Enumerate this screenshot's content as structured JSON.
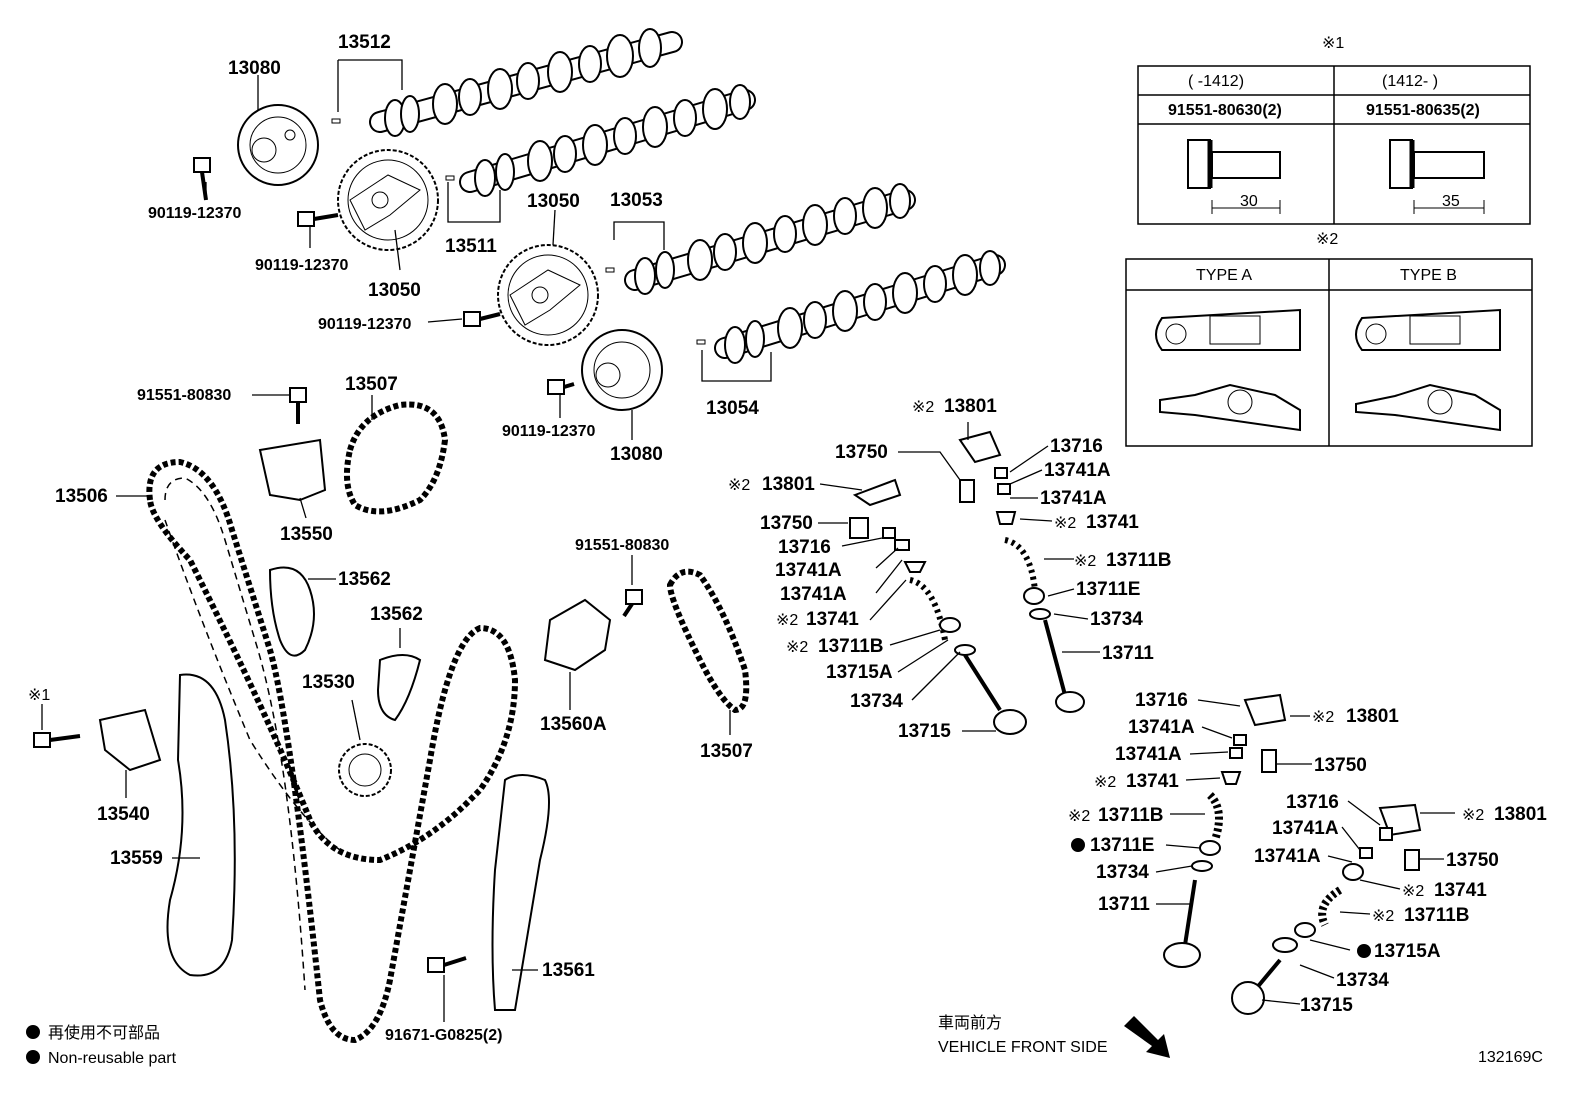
{
  "part_labels": [
    {
      "id": "p13080a",
      "text": "13080"
    },
    {
      "id": "p13512",
      "text": "13512"
    },
    {
      "id": "p90119a",
      "text": "90119-12370"
    },
    {
      "id": "p90119b",
      "text": "90119-12370"
    },
    {
      "id": "p13050a",
      "text": "13050"
    },
    {
      "id": "p13511",
      "text": "13511"
    },
    {
      "id": "p13050b",
      "text": "13050"
    },
    {
      "id": "p13053",
      "text": "13053"
    },
    {
      "id": "p90119c",
      "text": "90119-12370"
    },
    {
      "id": "p91551a",
      "text": "91551-80830"
    },
    {
      "id": "p13507a",
      "text": "13507"
    },
    {
      "id": "p90119d",
      "text": "90119-12370"
    },
    {
      "id": "p13054",
      "text": "13054"
    },
    {
      "id": "p13080b",
      "text": "13080"
    },
    {
      "id": "p13506",
      "text": "13506"
    },
    {
      "id": "p13550",
      "text": "13550"
    },
    {
      "id": "p13562a",
      "text": "13562"
    },
    {
      "id": "p13562b",
      "text": "13562"
    },
    {
      "id": "p13530",
      "text": "13530"
    },
    {
      "id": "p91551b",
      "text": "91551-80830"
    },
    {
      "id": "p13560a",
      "text": "13560A"
    },
    {
      "id": "p13507b",
      "text": "13507"
    },
    {
      "id": "p13540",
      "text": "13540"
    },
    {
      "id": "p13559",
      "text": "13559"
    },
    {
      "id": "p13561",
      "text": "13561"
    },
    {
      "id": "p91671",
      "text": "91671-G0825(2)"
    },
    {
      "id": "p13801a",
      "text": "13801"
    },
    {
      "id": "p13750a",
      "text": "13750"
    },
    {
      "id": "p13716a",
      "text": "13716"
    },
    {
      "id": "p13741Aa",
      "text": "13741A"
    },
    {
      "id": "p13741Ab",
      "text": "13741A"
    },
    {
      "id": "p13741a",
      "text": "13741"
    },
    {
      "id": "p13711Ba",
      "text": "13711B"
    },
    {
      "id": "p13711Ea",
      "text": "13711E"
    },
    {
      "id": "p13734a",
      "text": "13734"
    },
    {
      "id": "p13711a",
      "text": "13711"
    },
    {
      "id": "p13801b",
      "text": "13801"
    },
    {
      "id": "p13750b",
      "text": "13750"
    },
    {
      "id": "p13716b",
      "text": "13716"
    },
    {
      "id": "p13741Ac",
      "text": "13741A"
    },
    {
      "id": "p13741Ad",
      "text": "13741A"
    },
    {
      "id": "p13741b",
      "text": "13741"
    },
    {
      "id": "p13711Bb",
      "text": "13711B"
    },
    {
      "id": "p13715Aa",
      "text": "13715A"
    },
    {
      "id": "p13734b",
      "text": "13734"
    },
    {
      "id": "p13715a",
      "text": "13715"
    },
    {
      "id": "p13716c",
      "text": "13716"
    },
    {
      "id": "p13801c",
      "text": "13801"
    },
    {
      "id": "p13741Ae",
      "text": "13741A"
    },
    {
      "id": "p13741Af",
      "text": "13741A"
    },
    {
      "id": "p13750c",
      "text": "13750"
    },
    {
      "id": "p13741c",
      "text": "13741"
    },
    {
      "id": "p13711Bc",
      "text": "13711B"
    },
    {
      "id": "p13711Eb",
      "text": "13711E"
    },
    {
      "id": "p13734c",
      "text": "13734"
    },
    {
      "id": "p13711b",
      "text": "13711"
    },
    {
      "id": "p13716d",
      "text": "13716"
    },
    {
      "id": "p13801d",
      "text": "13801"
    },
    {
      "id": "p13741Ag",
      "text": "13741A"
    },
    {
      "id": "p13741Ah",
      "text": "13741A"
    },
    {
      "id": "p13750d",
      "text": "13750"
    },
    {
      "id": "p13741d",
      "text": "13741"
    },
    {
      "id": "p13711Bd",
      "text": "13711B"
    },
    {
      "id": "p13715Ab",
      "text": "13715A"
    },
    {
      "id": "p13734d",
      "text": "13734"
    },
    {
      "id": "p13715b",
      "text": "13715"
    }
  ],
  "note_marks": {
    "mark1": "※1",
    "mark2": "※2",
    "small2": "※2"
  },
  "table1": {
    "mark": "※1",
    "col1_header": "(      -1412)",
    "col2_header": "(1412-      )",
    "col1_part": "91551-80630(2)",
    "col2_part": "91551-80635(2)",
    "col1_length": "30",
    "col2_length": "35"
  },
  "table2": {
    "mark": "※2",
    "col1_header": "TYPE A",
    "col2_header": "TYPE B"
  },
  "legend": {
    "jp": "再使用不可部品",
    "en": "Non-reusable part"
  },
  "direction": {
    "jp": "車両前方",
    "en": "VEHICLE FRONT SIDE"
  },
  "figure_id": "132169C"
}
